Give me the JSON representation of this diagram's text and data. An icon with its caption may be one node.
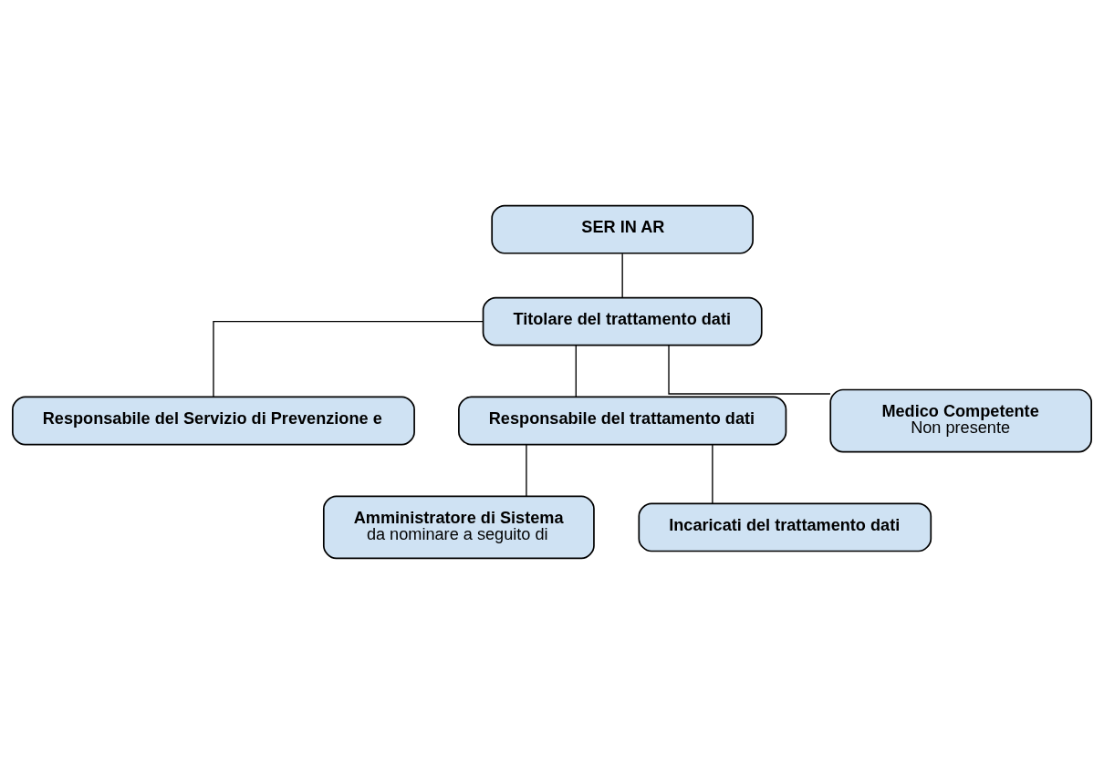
{
  "diagram": {
    "nodes": [
      {
        "text": [
          "SER IN AR"
        ]
      },
      {
        "text": [
          "Titolare del trattamento dati"
        ]
      },
      {
        "text": [
          "Responsabile del Servizio di Prevenzione e"
        ]
      },
      {
        "text": [
          "Responsabile del trattamento dati"
        ]
      },
      {
        "text": [
          "Medico Competente",
          "Non presente"
        ]
      },
      {
        "text": [
          "Amministratore di Sistema",
          "da nominare a seguito di"
        ]
      },
      {
        "text": [
          "Incaricati del trattamento dati"
        ]
      }
    ],
    "edges": [
      {
        "from": 0,
        "to": 1,
        "arrow": "none"
      },
      {
        "from": 1,
        "to": 2,
        "arrow": "none"
      },
      {
        "from": 1,
        "to": 3,
        "arrow": "none"
      },
      {
        "from": 1,
        "to": 4,
        "arrow": "none"
      },
      {
        "from": 3,
        "to": 5,
        "arrow": "none"
      },
      {
        "from": 3,
        "to": 6,
        "arrow": "none"
      }
    ]
  }
}
